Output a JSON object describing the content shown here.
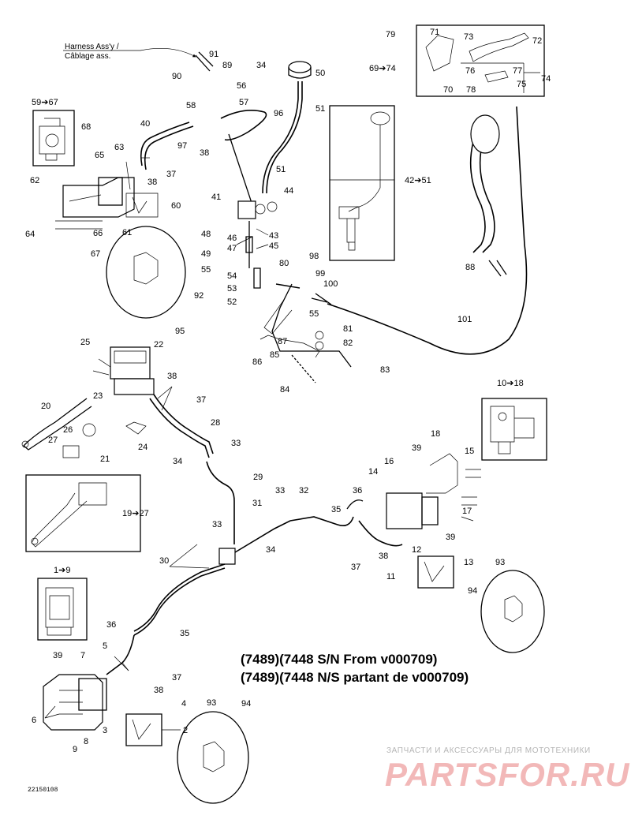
{
  "harness": {
    "en": "Harness Ass'y /",
    "fr": "Câblage ass."
  },
  "serial_note": {
    "en": "(7489)(7448 S/N From v000709)",
    "fr": "(7489)(7448 N/S partant de v000709)"
  },
  "watermark": {
    "subtitle": "ЗАПЧАСТИ И АКСЕССУАРЫ ДЛЯ МОТОТЕХНИКИ",
    "logo": "PARTSFOR.RU"
  },
  "drawing_id": "22150108",
  "callouts": [
    {
      "id": "c91",
      "text": "91"
    },
    {
      "id": "c90",
      "text": "90"
    },
    {
      "id": "c89",
      "text": "89"
    },
    {
      "id": "c56",
      "text": "56"
    },
    {
      "id": "c58",
      "text": "58"
    },
    {
      "id": "c57",
      "text": "57"
    },
    {
      "id": "c34a",
      "text": "34"
    },
    {
      "id": "c50",
      "text": "50"
    },
    {
      "id": "c51a",
      "text": "51"
    },
    {
      "id": "c96",
      "text": "96"
    },
    {
      "id": "c40",
      "text": "40"
    },
    {
      "id": "c97",
      "text": "97"
    },
    {
      "id": "c38a",
      "text": "38"
    },
    {
      "id": "c59",
      "text": "59➔67"
    },
    {
      "id": "c68",
      "text": "68"
    },
    {
      "id": "c63",
      "text": "63"
    },
    {
      "id": "c65",
      "text": "65"
    },
    {
      "id": "c37a",
      "text": "37"
    },
    {
      "id": "c38b",
      "text": "38"
    },
    {
      "id": "c62",
      "text": "62"
    },
    {
      "id": "c60",
      "text": "60"
    },
    {
      "id": "c64",
      "text": "64"
    },
    {
      "id": "c66",
      "text": "66"
    },
    {
      "id": "c61",
      "text": "61"
    },
    {
      "id": "c67",
      "text": "67"
    },
    {
      "id": "c51b",
      "text": "51"
    },
    {
      "id": "c44",
      "text": "44"
    },
    {
      "id": "c41",
      "text": "41"
    },
    {
      "id": "c48",
      "text": "48"
    },
    {
      "id": "c43",
      "text": "43"
    },
    {
      "id": "c46",
      "text": "46"
    },
    {
      "id": "c47",
      "text": "47"
    },
    {
      "id": "c45",
      "text": "45"
    },
    {
      "id": "c49",
      "text": "49"
    },
    {
      "id": "c55a",
      "text": "55"
    },
    {
      "id": "c54",
      "text": "54"
    },
    {
      "id": "c53",
      "text": "53"
    },
    {
      "id": "c52",
      "text": "52"
    },
    {
      "id": "c92",
      "text": "92"
    },
    {
      "id": "c95",
      "text": "95"
    },
    {
      "id": "c42",
      "text": "42➔51"
    },
    {
      "id": "c79",
      "text": "79"
    },
    {
      "id": "c71",
      "text": "71"
    },
    {
      "id": "c73",
      "text": "73"
    },
    {
      "id": "c72",
      "text": "72"
    },
    {
      "id": "c69",
      "text": "69➔74"
    },
    {
      "id": "c70",
      "text": "70"
    },
    {
      "id": "c77",
      "text": "77"
    },
    {
      "id": "c76",
      "text": "76"
    },
    {
      "id": "c75",
      "text": "75"
    },
    {
      "id": "c74",
      "text": "74"
    },
    {
      "id": "c78",
      "text": "78"
    },
    {
      "id": "c88",
      "text": "88"
    },
    {
      "id": "c80",
      "text": "80"
    },
    {
      "id": "c98",
      "text": "98"
    },
    {
      "id": "c99",
      "text": "99"
    },
    {
      "id": "c100",
      "text": "100"
    },
    {
      "id": "c55b",
      "text": "55"
    },
    {
      "id": "c101",
      "text": "101"
    },
    {
      "id": "c81",
      "text": "81"
    },
    {
      "id": "c82",
      "text": "82"
    },
    {
      "id": "c87",
      "text": "87"
    },
    {
      "id": "c86",
      "text": "86"
    },
    {
      "id": "c85",
      "text": "85"
    },
    {
      "id": "c83",
      "text": "83"
    },
    {
      "id": "c84",
      "text": "84"
    },
    {
      "id": "c25",
      "text": "25"
    },
    {
      "id": "c22",
      "text": "22"
    },
    {
      "id": "c38c",
      "text": "38"
    },
    {
      "id": "c23",
      "text": "23"
    },
    {
      "id": "c20",
      "text": "20"
    },
    {
      "id": "c26",
      "text": "26"
    },
    {
      "id": "c37b",
      "text": "37"
    },
    {
      "id": "c27",
      "text": "27"
    },
    {
      "id": "c21",
      "text": "21"
    },
    {
      "id": "c24",
      "text": "24"
    },
    {
      "id": "c28",
      "text": "28"
    },
    {
      "id": "c33a",
      "text": "33"
    },
    {
      "id": "c34b",
      "text": "34"
    },
    {
      "id": "c10",
      "text": "10➔18"
    },
    {
      "id": "c29",
      "text": "29"
    },
    {
      "id": "c19",
      "text": "19➔27"
    },
    {
      "id": "c31",
      "text": "31"
    },
    {
      "id": "c33b",
      "text": "33"
    },
    {
      "id": "c32",
      "text": "32"
    },
    {
      "id": "c35a",
      "text": "35"
    },
    {
      "id": "c36a",
      "text": "36"
    },
    {
      "id": "c18",
      "text": "18"
    },
    {
      "id": "c39a",
      "text": "39"
    },
    {
      "id": "c15",
      "text": "15"
    },
    {
      "id": "c14",
      "text": "14"
    },
    {
      "id": "c16",
      "text": "16"
    },
    {
      "id": "c17",
      "text": "17"
    },
    {
      "id": "c39b",
      "text": "39"
    },
    {
      "id": "c33c",
      "text": "33"
    },
    {
      "id": "c34c",
      "text": "34"
    },
    {
      "id": "c30",
      "text": "30"
    },
    {
      "id": "c12",
      "text": "12"
    },
    {
      "id": "c38d",
      "text": "38"
    },
    {
      "id": "c37c",
      "text": "37"
    },
    {
      "id": "c11",
      "text": "11"
    },
    {
      "id": "c13",
      "text": "13"
    },
    {
      "id": "c94a",
      "text": "94"
    },
    {
      "id": "c93a",
      "text": "93"
    },
    {
      "id": "c1",
      "text": "1➔9"
    },
    {
      "id": "c36b",
      "text": "36"
    },
    {
      "id": "c35b",
      "text": "35"
    },
    {
      "id": "c39c",
      "text": "39"
    },
    {
      "id": "c7",
      "text": "7"
    },
    {
      "id": "c5",
      "text": "5"
    },
    {
      "id": "c38e",
      "text": "38"
    },
    {
      "id": "c37d",
      "text": "37"
    },
    {
      "id": "c4",
      "text": "4"
    },
    {
      "id": "c6",
      "text": "6"
    },
    {
      "id": "c9",
      "text": "9"
    },
    {
      "id": "c8",
      "text": "8"
    },
    {
      "id": "c3",
      "text": "3"
    },
    {
      "id": "c2",
      "text": "2"
    },
    {
      "id": "c93b",
      "text": "93"
    },
    {
      "id": "c94b",
      "text": "94"
    }
  ]
}
